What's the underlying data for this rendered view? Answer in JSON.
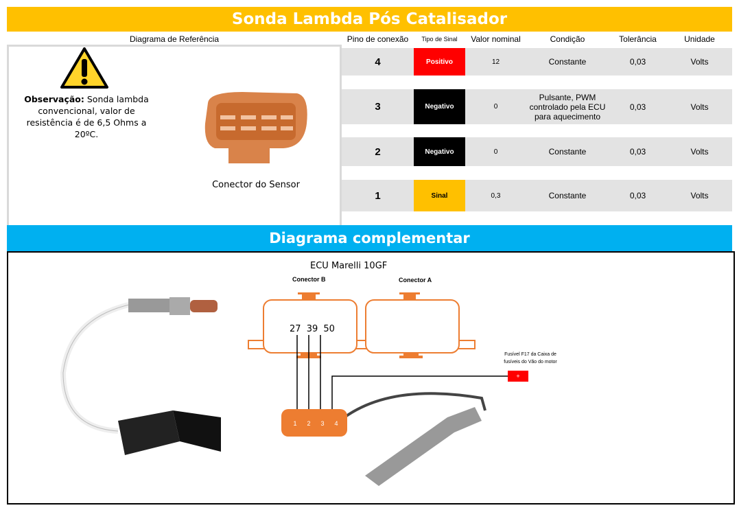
{
  "title": "Sonda Lambda Pós Catalisador",
  "reference": {
    "header": "Diagrama de Referência",
    "note_label": "Observação:",
    "note_text": " Sonda lambda convencional, valor de resistência é de 6,5 Ohms a 20ºC.",
    "connector_caption": "Conector do Sensor"
  },
  "table": {
    "headers": [
      "Pino de conexão",
      "Tipo de Sinal",
      "Valor nominal",
      "Condição",
      "Tolerância",
      "Unidade"
    ],
    "rows": [
      {
        "pin": "4",
        "type": "Positivo",
        "type_color": "#ff0000",
        "value": "12",
        "condition": "Constante",
        "tolerance": "0,03",
        "unit": "Volts"
      },
      {
        "pin": "3",
        "type": "Negativo",
        "type_color": "#000000",
        "value": "0",
        "condition": "Pulsante, PWM controlado pela ECU para aquecimento",
        "tolerance": "0,03",
        "unit": "Volts"
      },
      {
        "pin": "2",
        "type": "Negativo",
        "type_color": "#000000",
        "value": "0",
        "condition": "Constante",
        "tolerance": "0,03",
        "unit": "Volts"
      },
      {
        "pin": "1",
        "type": "Sinal",
        "type_color": "#ffc000",
        "value": "0,3",
        "condition": "Constante",
        "tolerance": "0,03",
        "unit": "Volts"
      }
    ]
  },
  "complementary": {
    "title": "Diagrama complementar",
    "ecu": "ECU Marelli 10GF",
    "conn_b": "Conector B",
    "conn_a": "Conector A",
    "pins": [
      "27",
      "39",
      "50"
    ],
    "fuse": "Fusível F17 da Caixa de fusíveis do Vão do motor",
    "fuse_symbol": "+",
    "sensor_pins": [
      "1",
      "2",
      "3",
      "4"
    ]
  }
}
